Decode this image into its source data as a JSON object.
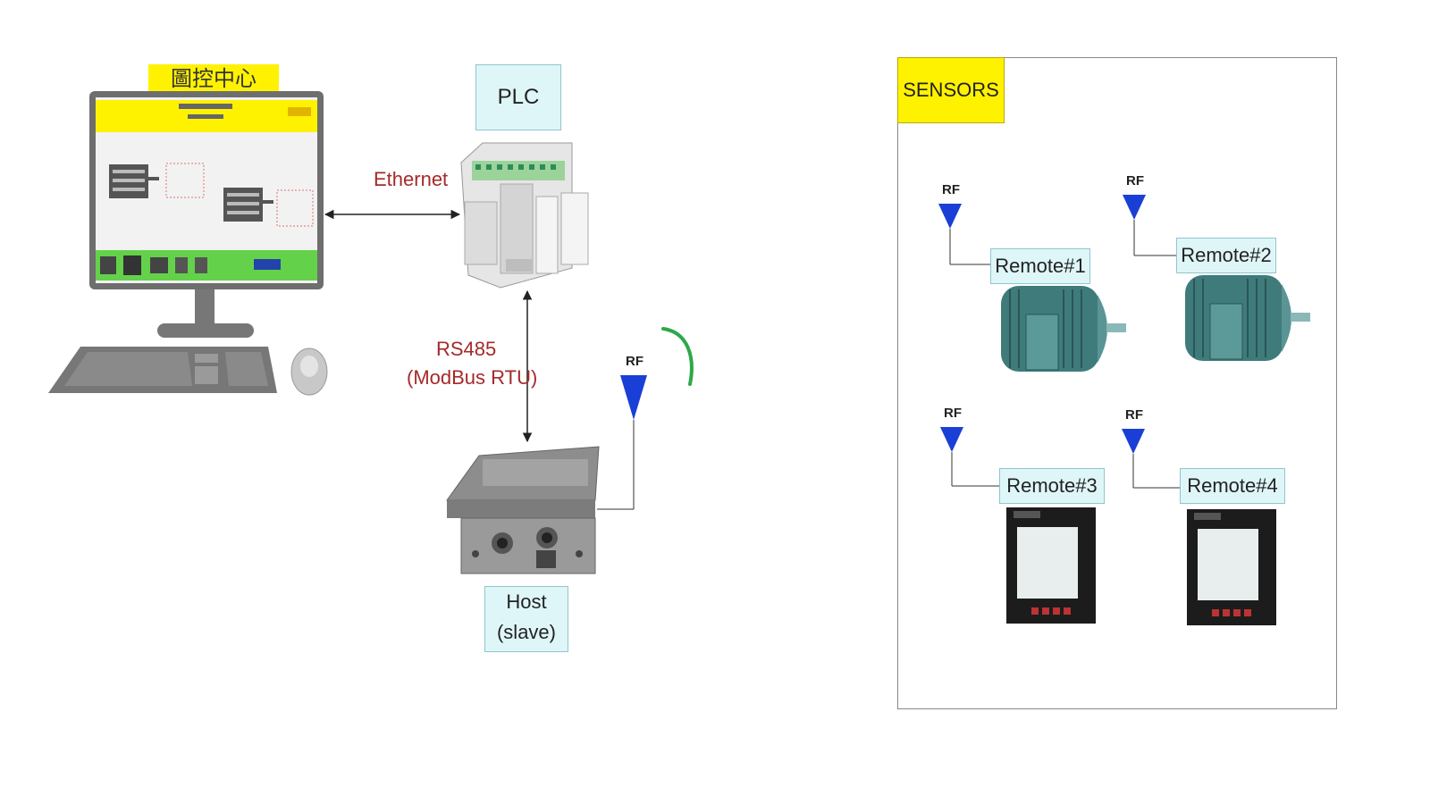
{
  "control_center": {
    "title": "圖控中心"
  },
  "links": {
    "ethernet": "Ethernet",
    "rs485_line1": "RS485",
    "rs485_line2": "(ModBus RTU)"
  },
  "plc": {
    "label": "PLC"
  },
  "host": {
    "label_line1": "Host",
    "label_line2": "(slave)"
  },
  "rf_label": "RF",
  "sensors": {
    "title": "SENSORS",
    "remotes": [
      {
        "label": "Remote#1",
        "device": "motor"
      },
      {
        "label": "Remote#2",
        "device": "motor"
      },
      {
        "label": "Remote#3",
        "device": "meter"
      },
      {
        "label": "Remote#4",
        "device": "meter"
      }
    ]
  },
  "colors": {
    "yellow": "#fff200",
    "cyan_box": "#dff6f9",
    "link_text": "#a52a2a",
    "antenna": "#1a3fd6",
    "motor": "#3f7b7b"
  }
}
